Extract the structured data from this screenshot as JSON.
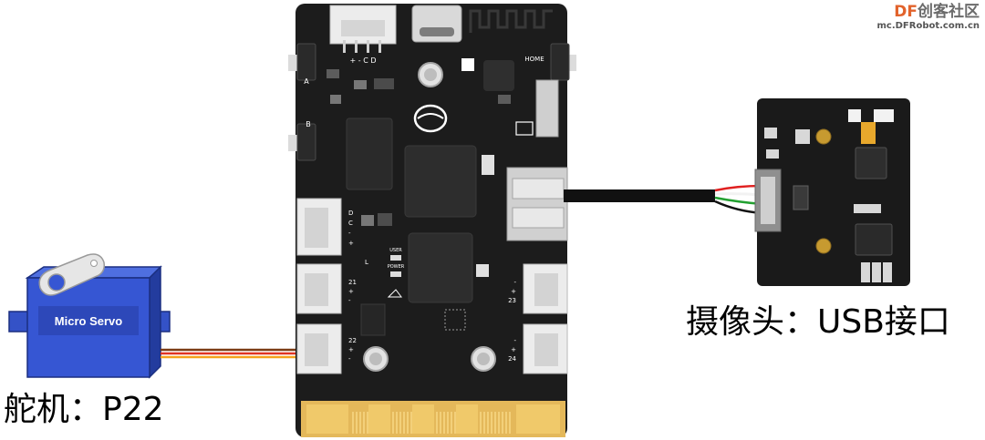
{
  "servo": {
    "label": "Micro Servo",
    "caption": "舵机：P22"
  },
  "camera": {
    "caption": "摄像头：USB接口"
  },
  "board": {
    "top_connector_label": "+ - C D",
    "button_a": "A",
    "button_b": "B",
    "home_label": "HOME",
    "left_port_upper_pins": [
      "D",
      "C",
      "-",
      "+"
    ],
    "left_port_mid_pins": [
      "21",
      "+",
      "-"
    ],
    "left_port_low_pins": [
      "22",
      "+",
      "-"
    ],
    "right_port_upper_pins": [
      "-",
      "+",
      "23"
    ],
    "right_port_low_pins": [
      "-",
      "+",
      "24"
    ],
    "user_label": "USER",
    "power_label": "POWER",
    "l_label": "L"
  },
  "watermark": {
    "brand_prefix": "DF",
    "brand_suffix": "创客社区",
    "site": "mc.DFRobot.com.cn"
  }
}
